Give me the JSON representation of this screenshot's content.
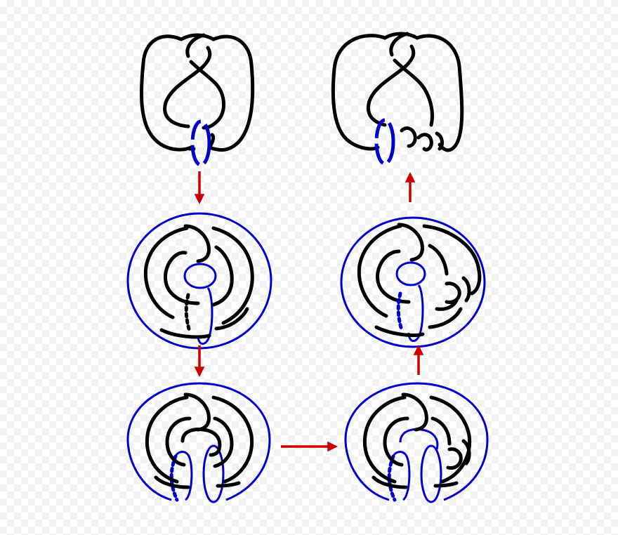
{
  "colors": {
    "knot": "#000000",
    "surgery": "#0000cc",
    "arrow": "#cc0000",
    "background": "#ffffff"
  },
  "panels": [
    {
      "id": "top-left",
      "kind": "knot-with-surgery-circle"
    },
    {
      "id": "middle-left",
      "kind": "knot-in-solid-torus"
    },
    {
      "id": "bottom-left",
      "kind": "knot-in-solid-torus-band"
    },
    {
      "id": "bottom-right",
      "kind": "knot-in-solid-torus-band-twisted"
    },
    {
      "id": "middle-right",
      "kind": "knot-in-solid-torus-twisted"
    },
    {
      "id": "top-right",
      "kind": "knot-with-surgery-circle-twisted"
    }
  ],
  "arrows": [
    {
      "from": "top-left",
      "to": "middle-left",
      "direction": "down"
    },
    {
      "from": "middle-left",
      "to": "bottom-left",
      "direction": "down"
    },
    {
      "from": "bottom-left",
      "to": "bottom-right",
      "direction": "right"
    },
    {
      "from": "bottom-right",
      "to": "middle-right",
      "direction": "up"
    },
    {
      "from": "middle-right",
      "to": "top-right",
      "direction": "up"
    }
  ]
}
